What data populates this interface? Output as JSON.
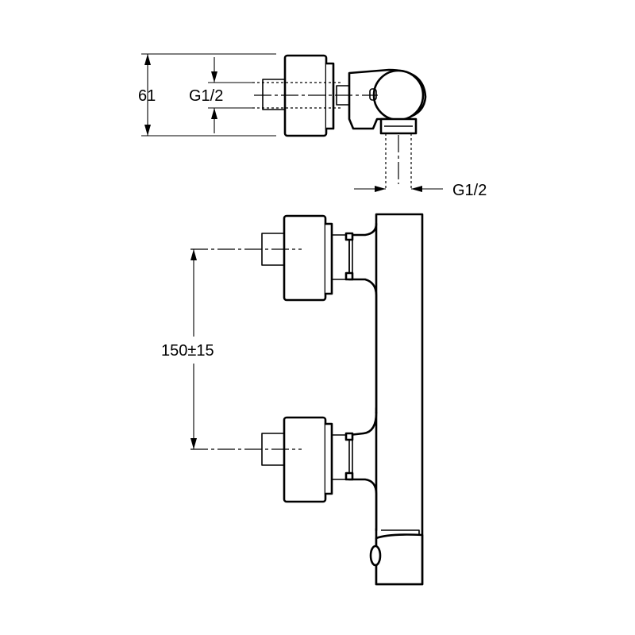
{
  "figure": {
    "top_view": {
      "height_dim": "61",
      "inlet_thread": "G1/2",
      "outlet_thread": "G1/2"
    },
    "front_view": {
      "center_distance": "150±15"
    }
  }
}
